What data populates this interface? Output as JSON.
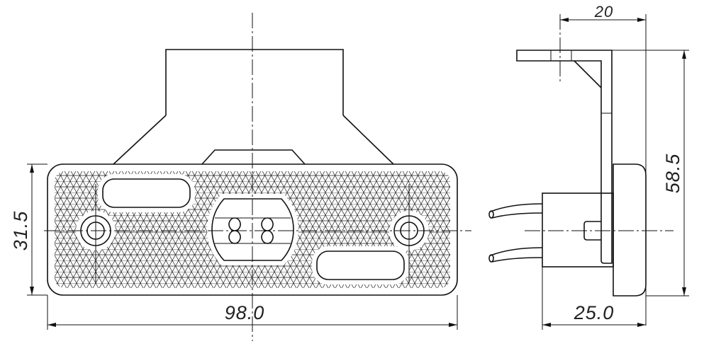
{
  "drawing": {
    "title": "Marker lamp technical drawing",
    "dimensions": {
      "height_front": "31.5",
      "width_front": "98.0",
      "bracket_offset": "20",
      "height_side": "58.5",
      "depth_side": "25.0"
    }
  }
}
